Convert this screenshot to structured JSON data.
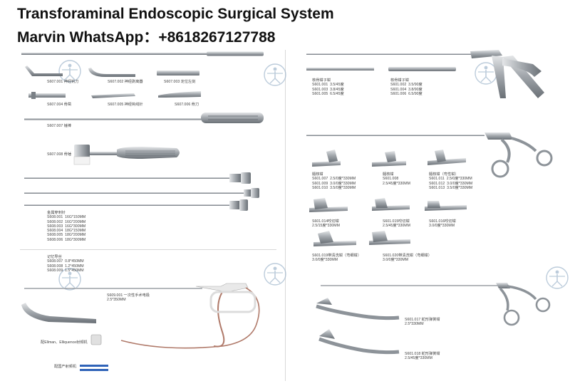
{
  "header": {
    "title": "Transforaminal Endoscopic Surgical System",
    "contact": "Marvin WhatsApp：+8618267127788"
  },
  "left_labels": {
    "s607_001": "S607.001 神经钩刀",
    "s607_002": "S607.002 神经剥离器",
    "s607_003": "S607.003 定位左剑",
    "s607_004": "S607.004 骨凿",
    "s607_005": "S607.005 神经钩线针",
    "s607_006": "S607.006 骨刀",
    "s607_007": "S607.007 锤棒",
    "s607_008": "S607.008 骨锤",
    "needles": "金属穿刺针\nS608.001  16G*150MM\nS608.002  16G*200MM\nS608.003  16G*300MM\nS608.004  18G*150MM\nS608.005  18G*200MM\nS608.006  18G*300MM",
    "guidewire": "记忆导丝\nS608.007  0.8*450MM\nS608.008  1.2*450MM\nS608.009  1.5*450MM",
    "electrode": "S609.001 一次性手术电极\n2.5*350MM",
    "ellman": "配Ellman、Elliquence射频机",
    "domestic": "配国产射频机"
  },
  "right_labels": {
    "rongeur_a": "核骨钳子钳\nS601.001  3.5/45度\nS601.003  3.8/45度\nS601.005  6.5/45度",
    "rongeur_b": "核骨钳子钳\nS601.002  3.5/90度\nS601.004  3.8/90度\nS601.006  6.5/90度",
    "f1": "髓核钳\nS601.007  2.5/0度*330MM\nS601.009  3.0/0度*330MM\nS601.010  3.5/0度*330MM",
    "f2": "髓核钳\nS601.008\n2.5/45度*330MM",
    "f3": "髓核钳（弯性钳）\nS601.011  2.5/0度*330MM\nS601.012  3.0/0度*330MM\nS601.013  3.5/0度*330MM",
    "f4": "S601.014咬切钳\n2.5/15度*330MM",
    "f5": "S601.015咬切钳\n2.5/45度*330MM",
    "f6": "S601.016咬切钳\n3.0/0度*330MM",
    "f7": "S601.019带清洗钳（弯细钳）\n3.0/0度*330MM",
    "f8": "S601.020带清洗钳（弯细钳）\n3.0/0度*330MM",
    "flex1": "S601.017 蛇形弹簧钳\n2.5*330MM",
    "flex2": "S601.018 蛇形弹簧钳\n2.5/45度*330MM"
  },
  "colors": {
    "steel": "#9ca2a8",
    "steel_dark": "#5f656b",
    "steel_light": "#d6d9dc",
    "watermark": "#9fb6cc",
    "cable": "#b07a6a",
    "plug_blue": "#2f63b8"
  },
  "icons": [
    "vitruvian-watermark-icon"
  ]
}
